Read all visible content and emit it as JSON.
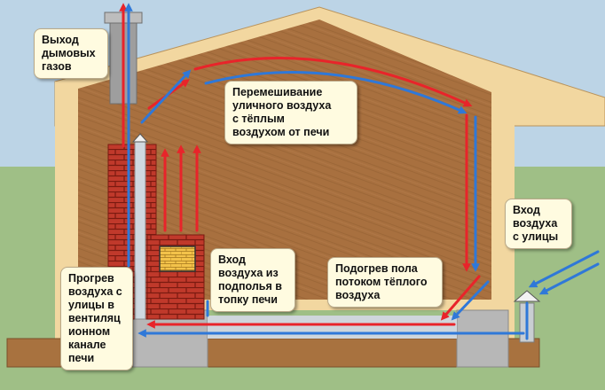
{
  "labels": {
    "smoke_exit": "Выход\nдымовых\nгазов",
    "mixing": "Перемешивание\nуличного воздуха\nс тёплым\nвоздухом от печи",
    "outside_air_in": "Вход\nвоздуха\nс улицы",
    "subfloor_air_to_stove": "Вход\nвоздуха из\nподполья в\nтопку печи",
    "floor_heating": "Подогрев пола\nпотоком тёплого\nвоздуха",
    "vent_channel_heating": "Прогрев\nвоздуха с\nулицы в\nвентиляц\nионном\nканале\nпечи"
  },
  "colors": {
    "sky": "#bcd4e6",
    "grass": "#9fbf86",
    "wall": "#a8703f",
    "frame": "#f2d7a0",
    "brick": "#c0392b",
    "foundation": "#aaaaaa",
    "warm_arrow": "#e8242a",
    "cold_arrow": "#2f78d8"
  }
}
